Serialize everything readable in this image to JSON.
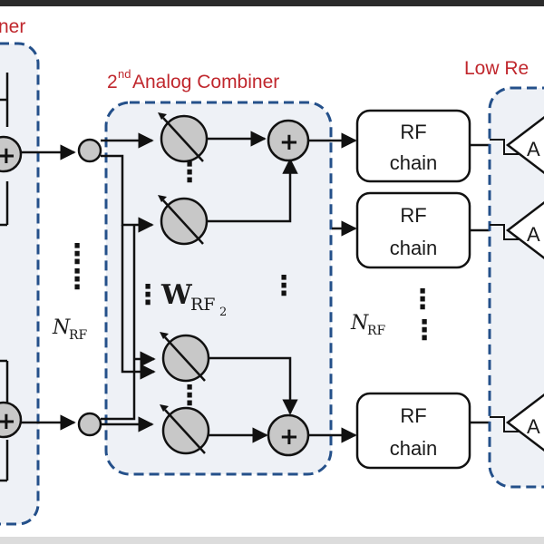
{
  "labels": {
    "left_combiner_fragment": "ner",
    "second_combiner_prefix": "2",
    "second_combiner_sup": "nd",
    "second_combiner_suffix": " Analog Combiner",
    "low_res_fragment": "Low Re",
    "nrf_main": "N",
    "nrf_sub": "RF",
    "w_main": "W",
    "w_sub": "RF",
    "w_sub2": "2",
    "rf_line1": "RF",
    "rf_line2": "chain",
    "adc_fragment": "A",
    "plus": "+"
  },
  "colors": {
    "box_fill": "#eef1f6",
    "box_stroke": "#24508a",
    "circle_fill": "#c8c8c8",
    "line": "#111111",
    "label_red": "#c0272d"
  }
}
